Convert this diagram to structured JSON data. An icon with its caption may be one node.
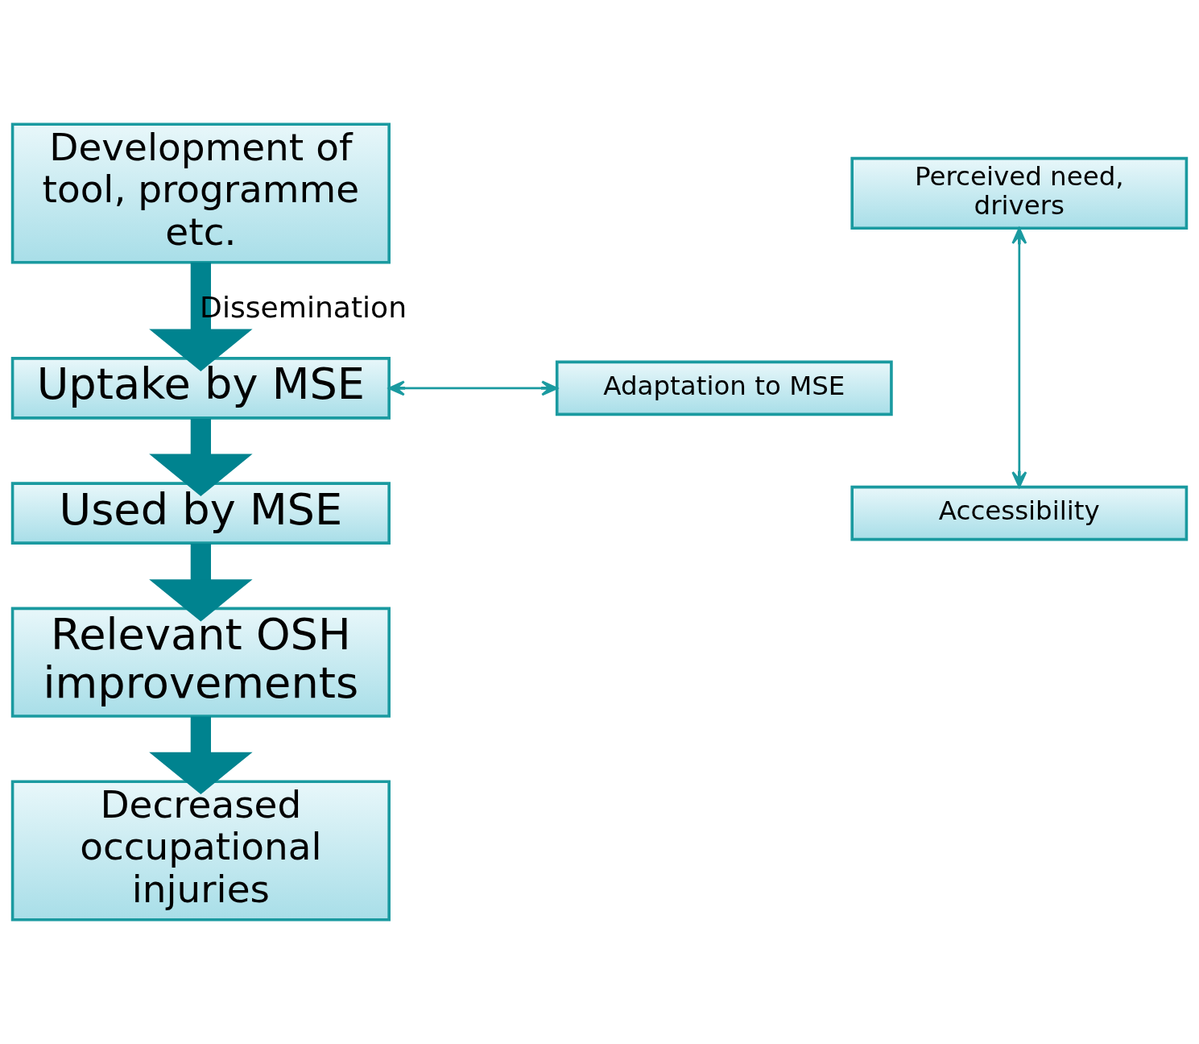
{
  "diagram": {
    "nodes": [
      {
        "text": [
          "Development of tool, programme etc."
        ]
      },
      {
        "text": [
          "Uptake by MSE"
        ]
      },
      {
        "text": [
          "Used by MSE"
        ]
      },
      {
        "text": [
          "Relevant OSH improvements"
        ]
      },
      {
        "text": [
          "Decreased occupational injuries"
        ]
      },
      {
        "text": [
          "Perceived need, drivers"
        ]
      },
      {
        "text": [
          "Adaptation to MSE"
        ]
      },
      {
        "text": [
          "Accessibility"
        ]
      }
    ],
    "edges": [
      {
        "from": 0,
        "to": 1,
        "arrow": "to",
        "label": "Dissemination"
      },
      {
        "from": 1,
        "to": 2,
        "arrow": "to"
      },
      {
        "from": 2,
        "to": 3,
        "arrow": "to"
      },
      {
        "from": 3,
        "to": 4,
        "arrow": "to"
      },
      {
        "from": 1,
        "to": 6,
        "arrow": "both",
        "color": "#1a9aa0"
      },
      {
        "from": 5,
        "to": 7,
        "arrow": "both",
        "color": "#1a9aa0"
      }
    ]
  }
}
